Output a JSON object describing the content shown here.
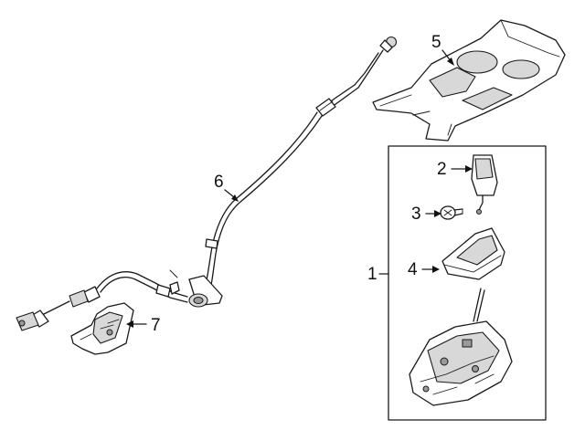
{
  "diagram": {
    "callouts": [
      {
        "id": "1",
        "label": "1"
      },
      {
        "id": "2",
        "label": "2"
      },
      {
        "id": "3",
        "label": "3"
      },
      {
        "id": "4",
        "label": "4"
      },
      {
        "id": "5",
        "label": "5"
      },
      {
        "id": "6",
        "label": "6"
      },
      {
        "id": "7",
        "label": "7"
      }
    ],
    "parts": [
      "shift-cable",
      "console-trim-panel",
      "shift-knob",
      "screw",
      "shift-boot-bezel",
      "shifter-assembly",
      "cable-bracket"
    ]
  }
}
